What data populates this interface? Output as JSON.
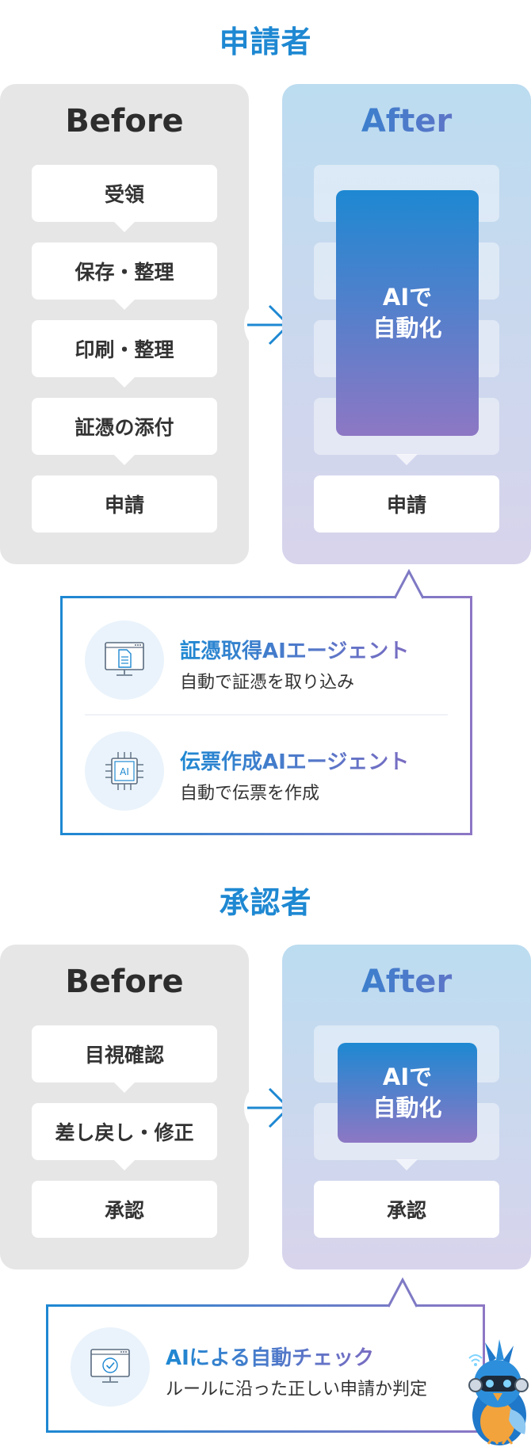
{
  "applicant": {
    "title": "申請者",
    "before": {
      "heading": "Before",
      "steps": [
        "受領",
        "保存・整理",
        "印刷・整理",
        "証憑の添付",
        "申請"
      ]
    },
    "after": {
      "heading": "After",
      "ai_label_line1": "AIで",
      "ai_label_line2": "自動化",
      "final_step": "申請"
    },
    "agents": [
      {
        "icon": "document-monitor-icon",
        "title": "証憑取得AIエージェント",
        "description": "自動で証憑を取り込み"
      },
      {
        "icon": "ai-chip-icon",
        "title": "伝票作成AIエージェント",
        "description": "自動で伝票を作成"
      }
    ]
  },
  "approver": {
    "title": "承認者",
    "before": {
      "heading": "Before",
      "steps": [
        "目視確認",
        "差し戻し・修正",
        "承認"
      ]
    },
    "after": {
      "heading": "After",
      "ai_label_line1": "AIで",
      "ai_label_line2": "自動化",
      "final_step": "承認"
    },
    "agents": [
      {
        "icon": "check-monitor-icon",
        "title": "AIによる自動チェック",
        "description": "ルールに沿った正しい申請か判定"
      }
    ]
  },
  "colors": {
    "accent_blue": "#1e88d2",
    "accent_purple": "#8d77c4",
    "before_panel": "#e6e6e6",
    "text_dark": "#333333"
  },
  "mascot": {
    "icon": "robot-bird-mascot-icon"
  }
}
